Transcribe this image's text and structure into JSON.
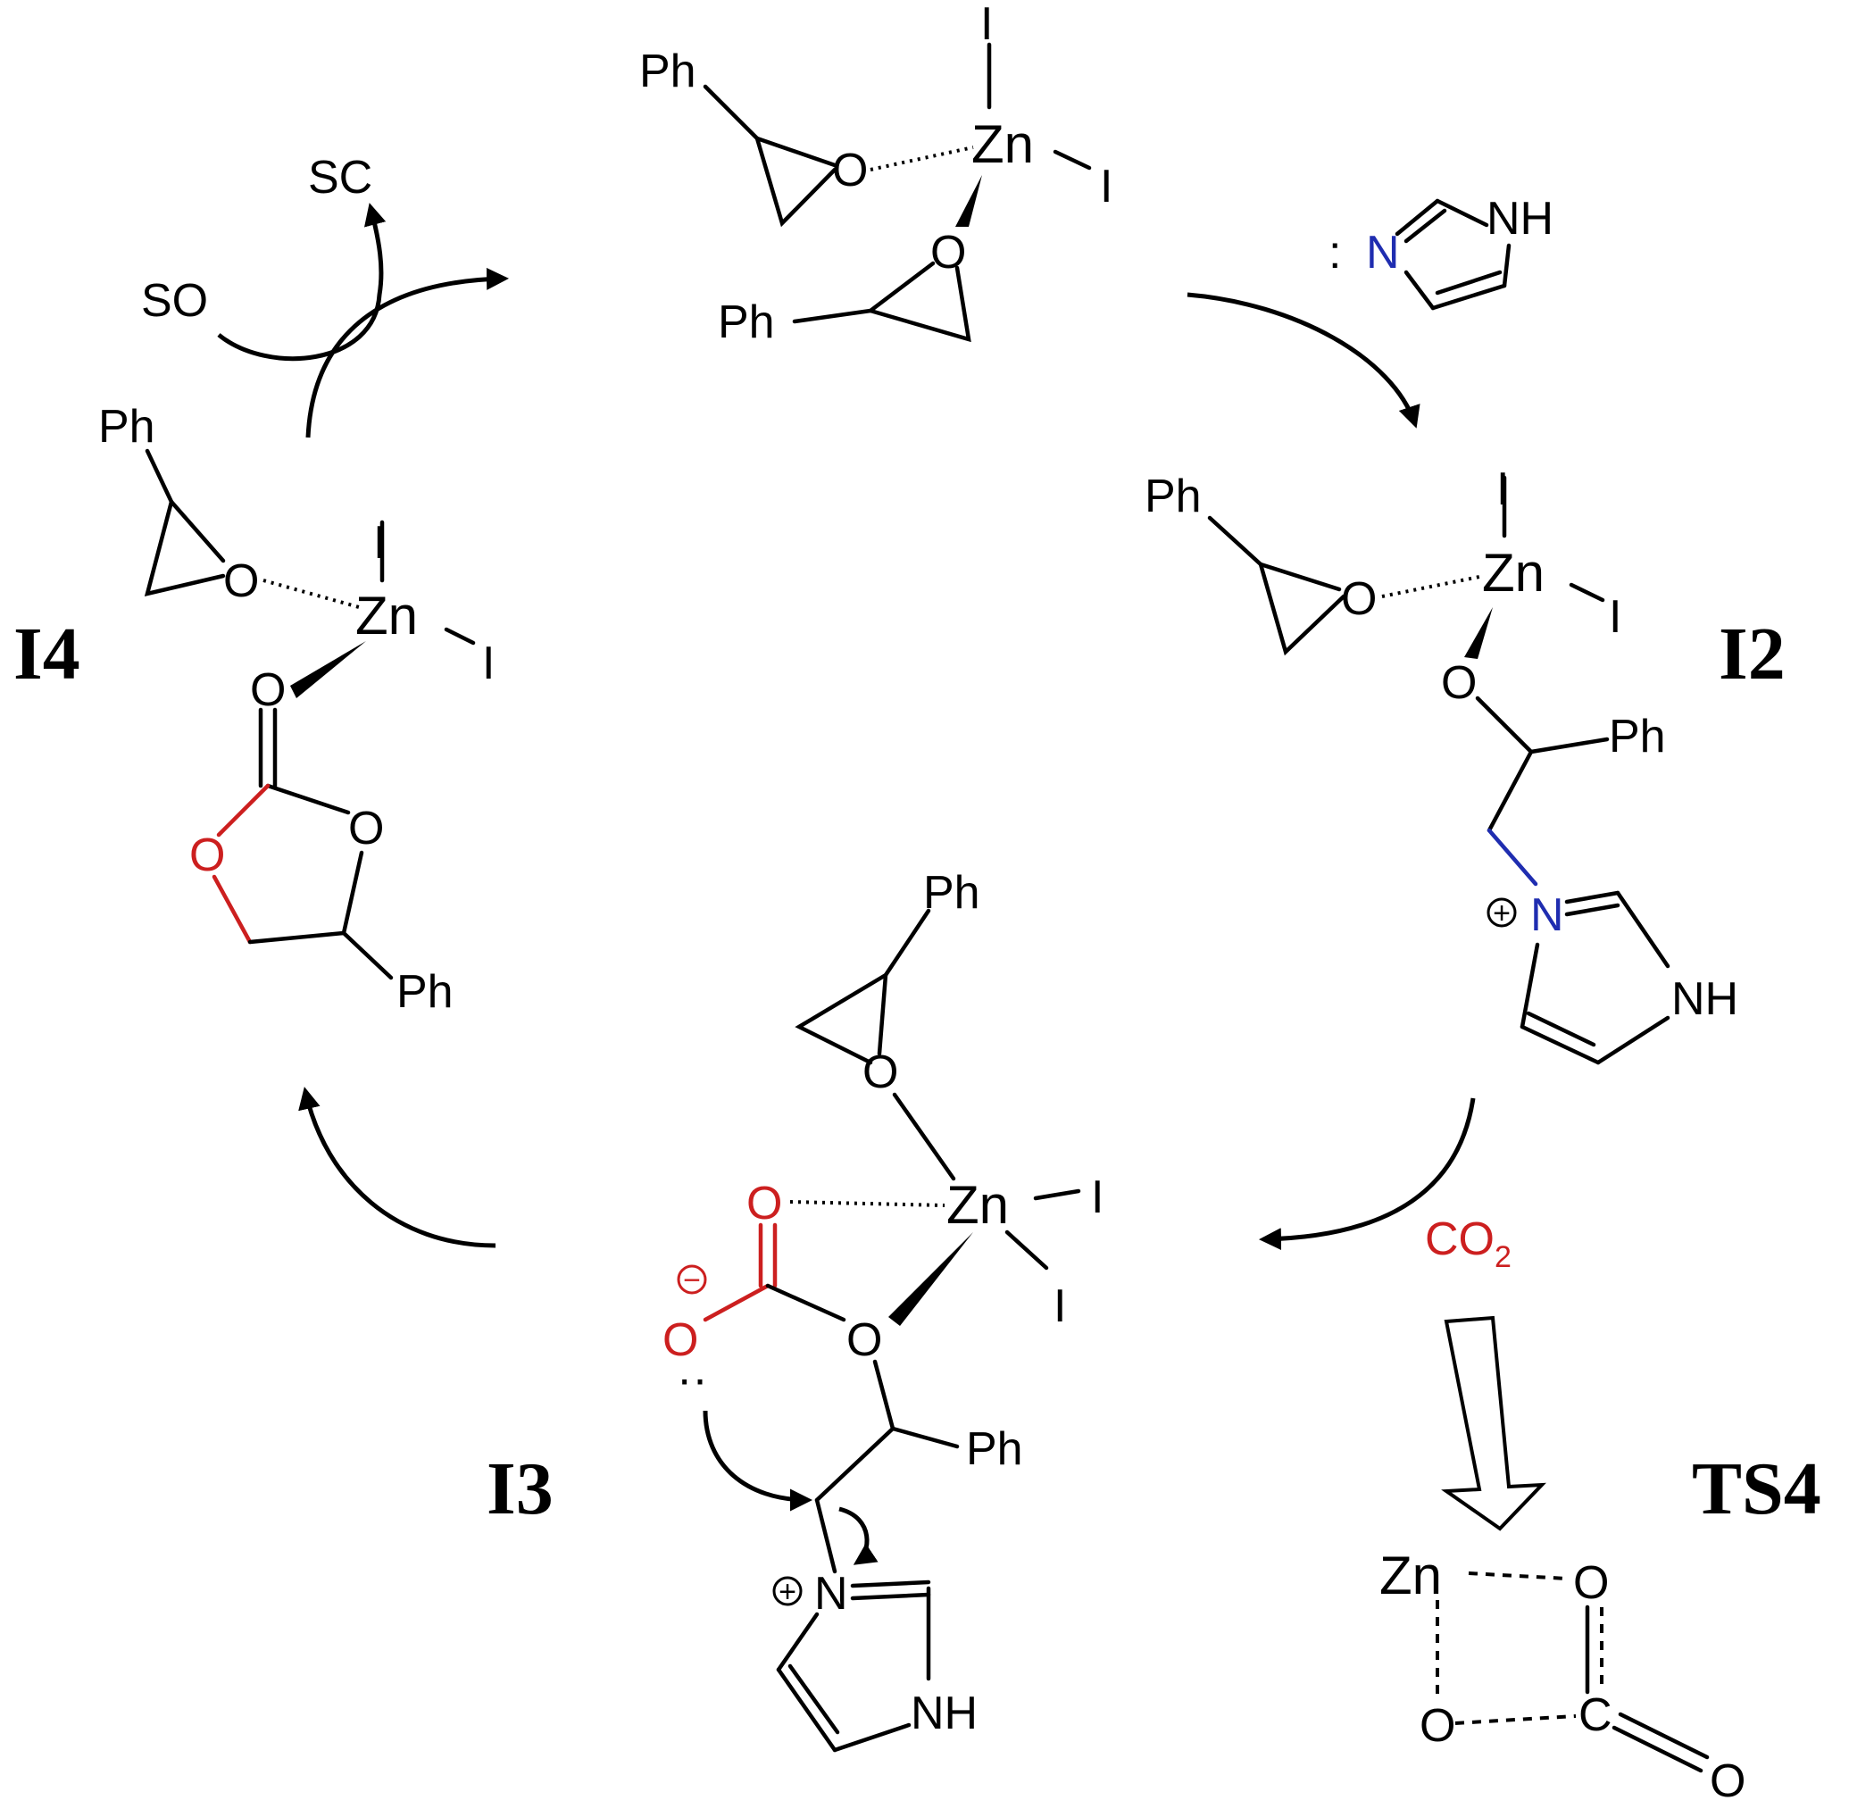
{
  "labels": {
    "i2": "I2",
    "i3": "I3",
    "i4": "I4",
    "ts4": "TS4"
  },
  "reagents": {
    "so": "SO",
    "sc": "SC",
    "imidazole_n": "N",
    "imidazole_nh": "NH",
    "co2": "CO",
    "co2_sub": "2"
  },
  "atoms": {
    "ph": "Ph",
    "zn": "Zn",
    "o": "O",
    "i": "I",
    "n": "N",
    "nh": "NH",
    "c": "C"
  },
  "charges": {
    "plus": "+",
    "minus": "−"
  },
  "colors": {
    "oxygen_highlight": "#cc1f1f",
    "nitrogen_highlight": "#1f2db0"
  }
}
